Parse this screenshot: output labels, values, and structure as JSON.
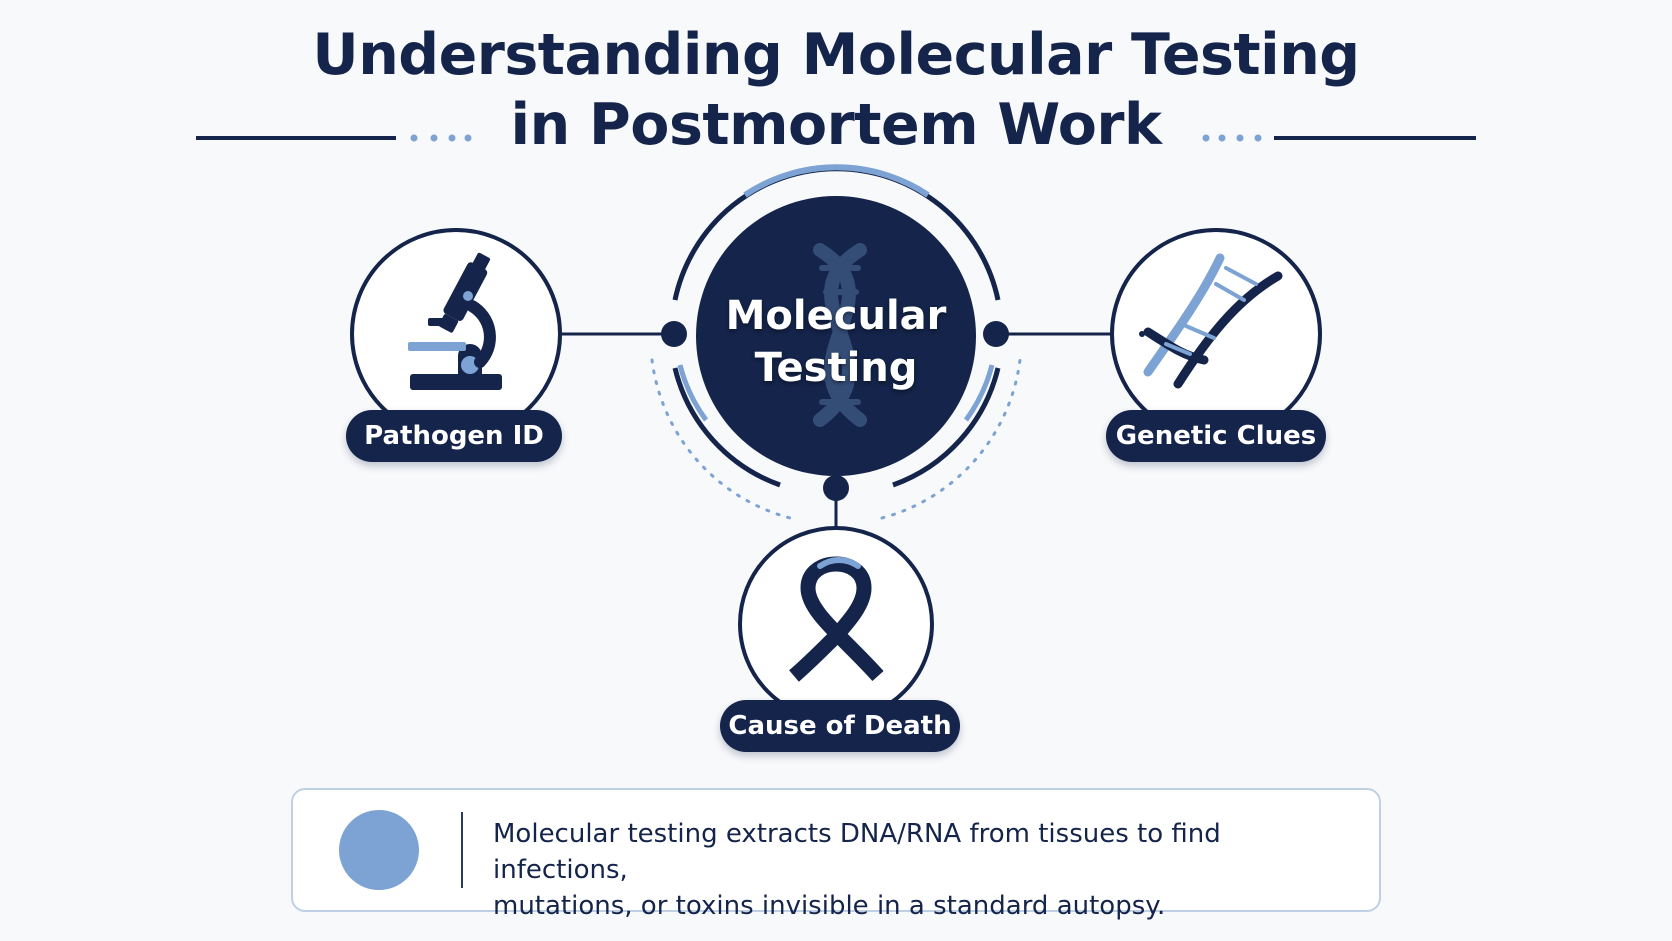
{
  "title": {
    "line1": "Understanding Molecular Testing",
    "line2": "in Postmortem Work"
  },
  "center": {
    "line1": "Molecular",
    "line2": "Testing",
    "icon": "dna-icon"
  },
  "nodes": [
    {
      "label": "Pathogen ID",
      "icon": "microscope-icon"
    },
    {
      "label": "Genetic Clues",
      "icon": "dna-icon"
    },
    {
      "label": "Cause of Death",
      "icon": "ribbon-icon"
    }
  ],
  "info": {
    "line1": "Molecular testing extracts DNA/RNA from tissues to find infections,",
    "line2": "mutations, or toxins invisible in a standard autopsy.",
    "icon": "microscope-icon"
  },
  "colors": {
    "navy": "#14244a",
    "accent_blue": "#7ca3d3",
    "background": "#f8f9fb"
  }
}
